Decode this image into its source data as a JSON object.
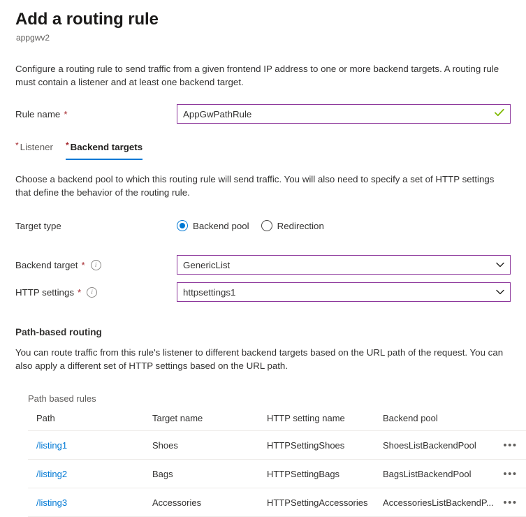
{
  "header": {
    "title": "Add a routing rule",
    "subtitle": "appgwv2"
  },
  "intro": {
    "description": "Configure a routing rule to send traffic from a given frontend IP address to one or more backend targets. A routing rule must contain a listener and at least one backend target."
  },
  "rule_name": {
    "label": "Rule name",
    "required_marker": "*",
    "value": "AppGwPathRule",
    "placeholder": "",
    "valid": true
  },
  "tabs": [
    {
      "label": "Listener",
      "required_marker": "*",
      "active": false
    },
    {
      "label": "Backend targets",
      "required_marker": "*",
      "active": true
    }
  ],
  "backend_targets": {
    "description": "Choose a backend pool to which this routing rule will send traffic. You will also need to specify a set of HTTP settings that define the behavior of the routing rule.",
    "target_type": {
      "label": "Target type",
      "options": [
        {
          "label": "Backend pool",
          "selected": true
        },
        {
          "label": "Redirection",
          "selected": false
        }
      ]
    },
    "backend_target": {
      "label": "Backend target",
      "required_marker": "*",
      "info": "i",
      "value": "GenericList"
    },
    "http_settings": {
      "label": "HTTP settings",
      "required_marker": "*",
      "info": "i",
      "value": "httpsettings1"
    }
  },
  "path_based_routing": {
    "heading": "Path-based routing",
    "description": "You can route traffic from this rule's listener to different backend targets based on the URL path of the request. You can also apply a different set of HTTP settings based on the URL path.",
    "table_caption": "Path based rules",
    "columns": [
      "Path",
      "Target name",
      "HTTP setting name",
      "Backend pool"
    ],
    "rows": [
      {
        "path": "/listing1",
        "target_name": "Shoes",
        "http_setting_name": "HTTPSettingShoes",
        "backend_pool": "ShoesListBackendPool",
        "menu": "•••"
      },
      {
        "path": "/listing2",
        "target_name": "Bags",
        "http_setting_name": "HTTPSettingBags",
        "backend_pool": "BagsListBackendPool",
        "menu": "•••"
      },
      {
        "path": "/listing3",
        "target_name": "Accessories",
        "http_setting_name": "HTTPSettingAccessories",
        "backend_pool": "AccessoriesListBackendP...",
        "menu": "•••"
      }
    ]
  },
  "colors": {
    "accent_blue": "#0078d4",
    "field_border_purple": "#8c369b",
    "required_red": "#a4262c",
    "valid_green": "#7fba00",
    "link_blue": "#0078d4"
  }
}
